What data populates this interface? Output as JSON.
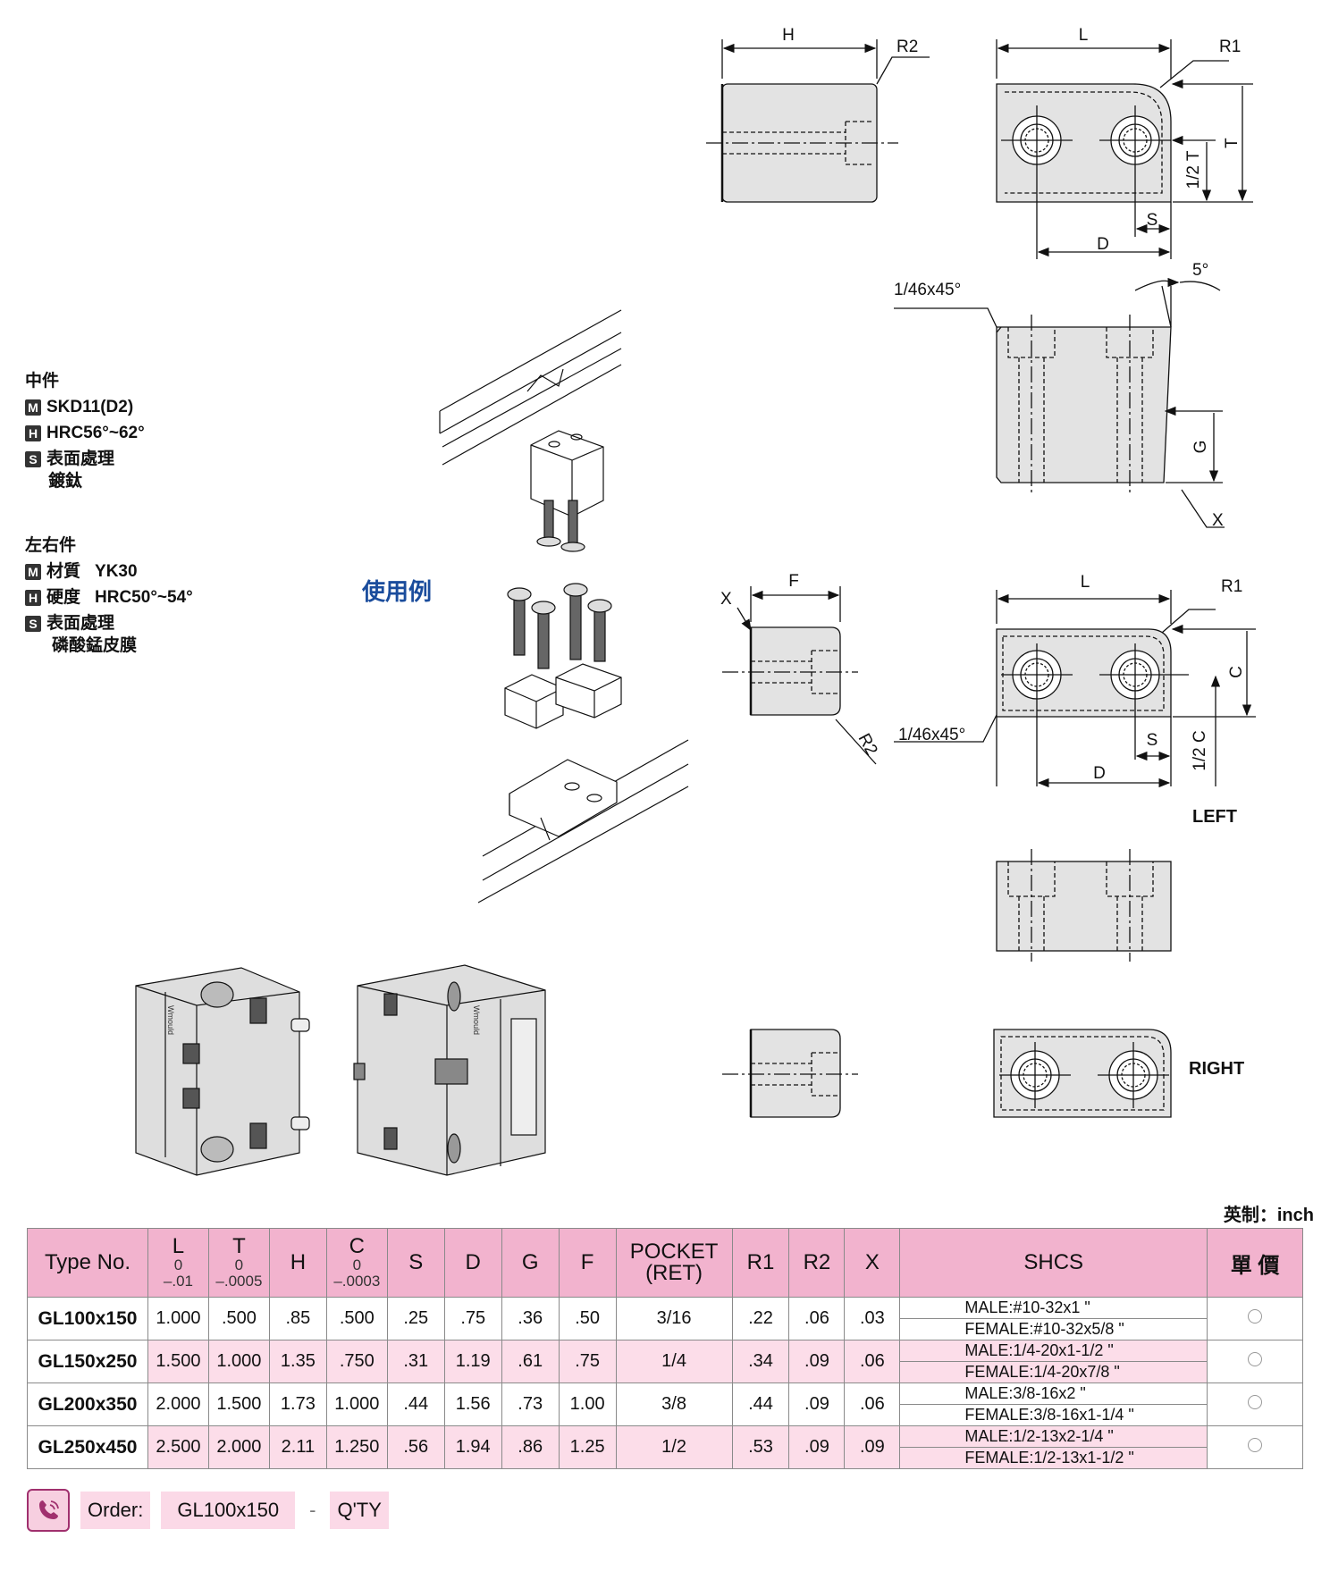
{
  "labels": {
    "H": "H",
    "L": "L",
    "R1": "R1",
    "R2": "R2",
    "T": "T",
    "half_T": "1/2 T",
    "S": "S",
    "D": "D",
    "G": "G",
    "X": "X",
    "F": "F",
    "C": "C",
    "half_C": "1/2 C",
    "five_deg": "5°",
    "chamfer": "1/46x45°",
    "left": "LEFT",
    "right": "RIGHT",
    "brand": "Wmould"
  },
  "spec_middle": {
    "title": "中件",
    "m_value": "SKD11(D2)",
    "h_value": "HRC56°~62°",
    "s_label": "表面處理",
    "s_value": "鍍鈦"
  },
  "spec_side": {
    "title": "左右件",
    "m_label": "材質",
    "m_value": "YK30",
    "h_label": "硬度",
    "h_value": "HRC50°~54°",
    "s_label": "表面處理",
    "s_value": "磷酸錳皮膜"
  },
  "badges": {
    "m": "M",
    "h": "H",
    "s": "S"
  },
  "usage_label": "使用例",
  "unit_label": "英制：inch",
  "table": {
    "headers": {
      "type": "Type No.",
      "L": "L",
      "L_tol_top": "0",
      "L_tol_bot": "–.01",
      "T": "T",
      "T_tol_top": "0",
      "T_tol_bot": "–.0005",
      "H": "H",
      "C": "C",
      "C_tol_top": "0",
      "C_tol_bot": "–.0003",
      "S": "S",
      "D": "D",
      "G": "G",
      "F": "F",
      "pocket_1": "POCKET",
      "pocket_2": "(RET)",
      "R1": "R1",
      "R2": "R2",
      "X": "X",
      "shcs": "SHCS",
      "price": "單 價"
    },
    "rows": [
      {
        "type": "GL100x150",
        "L": "1.000",
        "T": ".500",
        "H": ".85",
        "C": ".500",
        "S": ".25",
        "D": ".75",
        "G": ".36",
        "F": ".50",
        "pocket": "3/16",
        "R1": ".22",
        "R2": ".06",
        "X": ".03",
        "male": "MALE:#10-32x1 \"",
        "female": "FEMALE:#10-32x5/8 \""
      },
      {
        "type": "GL150x250",
        "L": "1.500",
        "T": "1.000",
        "H": "1.35",
        "C": ".750",
        "S": ".31",
        "D": "1.19",
        "G": ".61",
        "F": ".75",
        "pocket": "1/4",
        "R1": ".34",
        "R2": ".09",
        "X": ".06",
        "male": "MALE:1/4-20x1-1/2 \"",
        "female": "FEMALE:1/4-20x7/8 \""
      },
      {
        "type": "GL200x350",
        "L": "2.000",
        "T": "1.500",
        "H": "1.73",
        "C": "1.000",
        "S": ".44",
        "D": "1.56",
        "G": ".73",
        "F": "1.00",
        "pocket": "3/8",
        "R1": ".44",
        "R2": ".09",
        "X": ".06",
        "male": "MALE:3/8-16x2 \"",
        "female": "FEMALE:3/8-16x1-1/4 \""
      },
      {
        "type": "GL250x450",
        "L": "2.500",
        "T": "2.000",
        "H": "2.11",
        "C": "1.250",
        "S": ".56",
        "D": "1.94",
        "G": ".86",
        "F": "1.25",
        "pocket": "1/2",
        "R1": ".53",
        "R2": ".09",
        "X": ".09",
        "male": "MALE:1/2-13x2-1/4 \"",
        "female": "FEMALE:1/2-13x1-1/2 \""
      }
    ]
  },
  "order": {
    "label": "Order:",
    "example": "GL100x150",
    "dash": "-",
    "qty": "Q'TY"
  },
  "colors": {
    "header_pink": "#f2b3ce",
    "row_pink": "#fcdde9",
    "usage_blue": "#1a4c9c",
    "part_gray": "#e3e3e3"
  }
}
